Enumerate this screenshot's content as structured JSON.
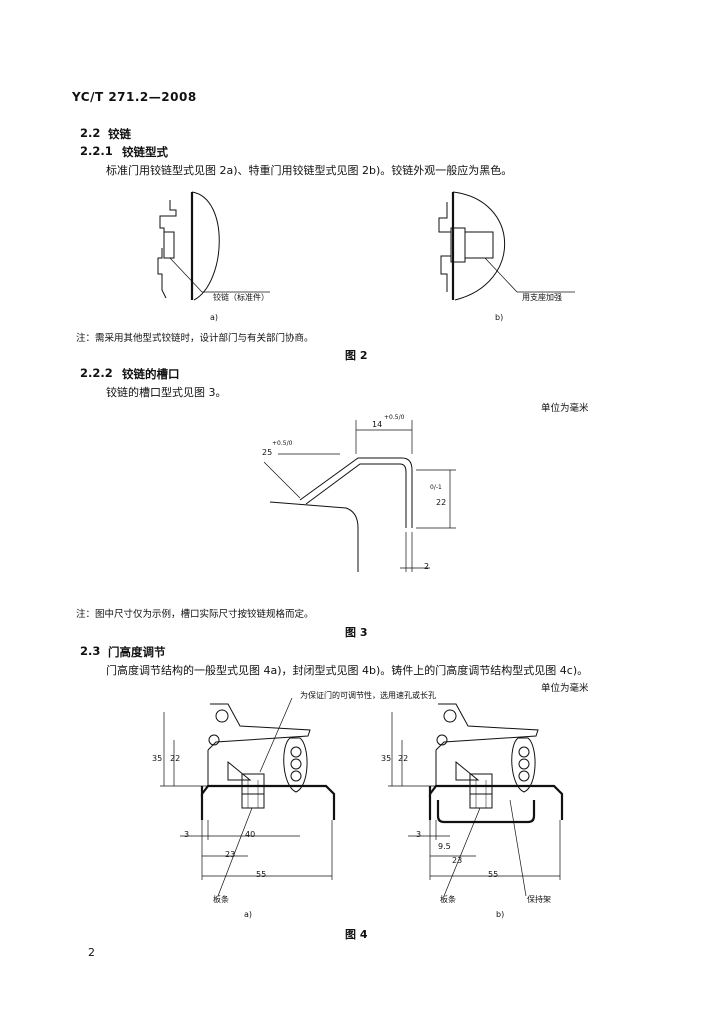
{
  "header": {
    "standard_no": "YC/T 271.2—2008"
  },
  "s22": {
    "num": "2.2",
    "title": "铰链"
  },
  "s221": {
    "num": "2.2.1",
    "title": "铰链型式",
    "text": "标准门用铰链型式见图 2a)、特重门用铰链型式见图 2b)。铰链外观一般应为黑色。"
  },
  "fig2": {
    "label_a_part": "铰链（标准件）",
    "label_b_part": "用支座加强",
    "sub_a": "a)",
    "sub_b": "b)",
    "note": "注：需采用其他型式铰链时，设计部门与有关部门协商。",
    "caption": "图 2"
  },
  "s222": {
    "num": "2.2.2",
    "title": "铰链的槽口",
    "text": "铰链的槽口型式见图 3。"
  },
  "fig3": {
    "unit": "单位为毫米",
    "dim_14": "14",
    "dim_14_tol": "+0.5/0",
    "dim_25": "25",
    "dim_25_tol": "+0.5/0",
    "dim_22": "22",
    "dim_22_tol": "0/-1",
    "dim_2": "2",
    "note": "注：图中尺寸仅为示例，槽口实际尺寸按铰链规格而定。",
    "caption": "图 3"
  },
  "s23": {
    "num": "2.3",
    "title": "门高度调节",
    "text": "门高度调节结构的一般型式见图 4a)，封闭型式见图 4b)。铸件上的门高度调节结构型式见图 4c)。"
  },
  "fig4": {
    "unit": "单位为毫米",
    "callout": "为保证门的可调节性，选用速孔或长孔",
    "dim_35": "35",
    "dim_22": "22",
    "dim_3": "3",
    "dim_40": "40",
    "dim_23": "23",
    "dim_55": "55",
    "dim_95": "9.5",
    "label_strip_a": "板条",
    "label_strip_b": "板条",
    "label_frame": "保持架",
    "sub_a": "a)",
    "sub_b": "b)",
    "caption": "图 4"
  },
  "footer": {
    "page": "2"
  }
}
